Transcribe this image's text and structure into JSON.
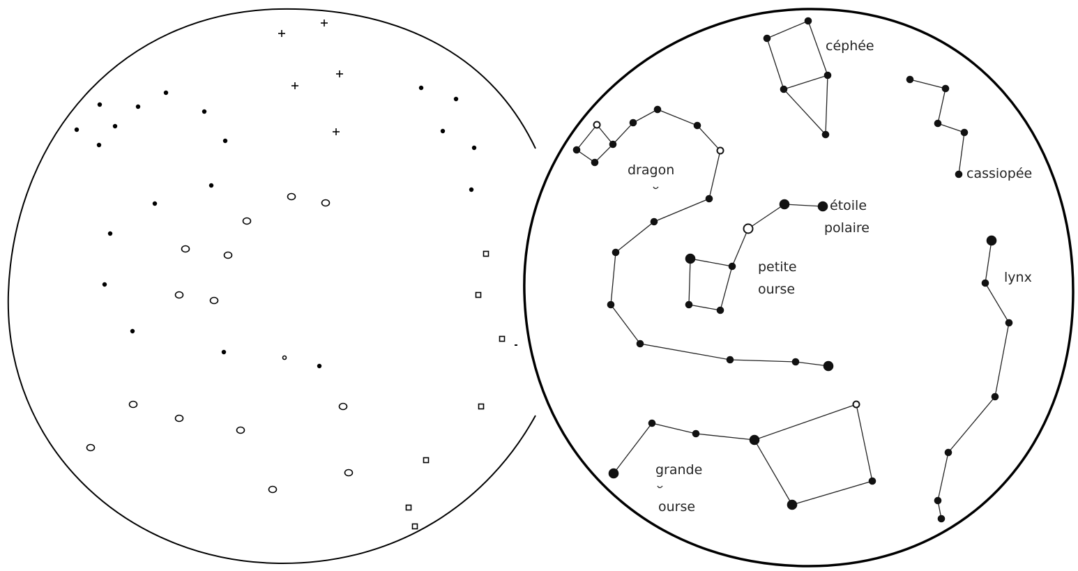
{
  "left_chart": {
    "description_marker_types": [
      "dot",
      "ring",
      "square",
      "cross"
    ]
  },
  "right_chart": {
    "labels": {
      "cephee": "céphée",
      "cassiopee": "cassiopée",
      "dragon": "dragon",
      "etoile_polaire_line1": "étoile",
      "etoile_polaire_line2": "polaire",
      "petite_ourse_line1": "petite",
      "petite_ourse_line2": "ourse",
      "lynx": "lynx",
      "grande_ourse_line1": "grande",
      "grande_ourse_line2": "ourse"
    },
    "constellations": [
      "cephee",
      "cassiopee",
      "dragon",
      "petite-ourse",
      "grande-ourse",
      "lynx"
    ]
  }
}
